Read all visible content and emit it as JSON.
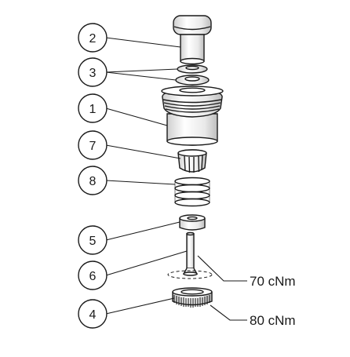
{
  "callouts": [
    {
      "id": "callout-2",
      "label": "2"
    },
    {
      "id": "callout-3",
      "label": "3"
    },
    {
      "id": "callout-1",
      "label": "1"
    },
    {
      "id": "callout-7",
      "label": "7"
    },
    {
      "id": "callout-8",
      "label": "8"
    },
    {
      "id": "callout-5",
      "label": "5"
    },
    {
      "id": "callout-6",
      "label": "6"
    },
    {
      "id": "callout-4",
      "label": "4"
    }
  ],
  "torque_labels": {
    "pin": "70 cNm",
    "nut": "80 cNm"
  },
  "colors": {
    "line": "#1a1a1a",
    "fill": "#ffffff",
    "shade": "#e6e6e6"
  }
}
